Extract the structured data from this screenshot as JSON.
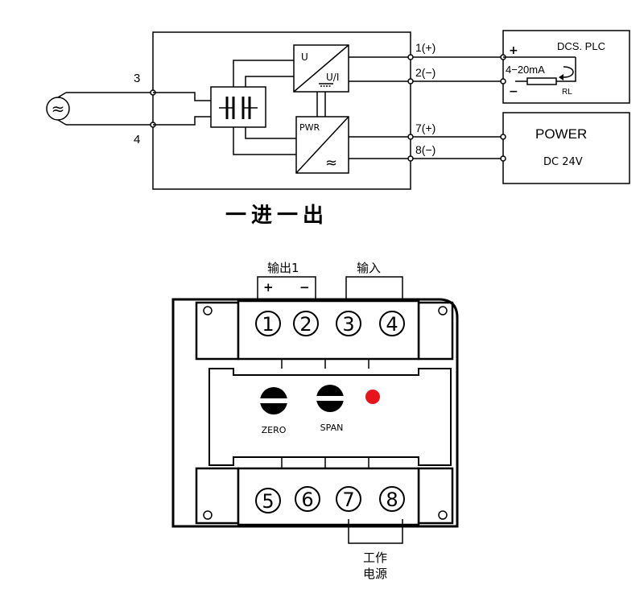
{
  "wiring": {
    "terminals": {
      "t3": "3",
      "t4": "4",
      "t1": "1(+)",
      "t2": "2(−)",
      "t7": "7(+)",
      "t8": "8(−)"
    },
    "isolator": {
      "u_label": "U",
      "ui_label": "U/I",
      "pwr_label": "PWR",
      "wave": "≈"
    },
    "source_symbol": "≈",
    "dcs": {
      "title": "DCS. PLC",
      "plus": "+",
      "minus": "−",
      "signal": "4−20mA",
      "load": "RL"
    },
    "power": {
      "title": "POWER",
      "spec": "DC 24V"
    },
    "caption": "一进一出"
  },
  "module": {
    "output_label": "输出1",
    "output_plus": "+",
    "output_minus": "−",
    "input_label": "输入",
    "top_terminals": [
      "1",
      "2",
      "3",
      "4"
    ],
    "bottom_terminals": [
      "5",
      "6",
      "7",
      "8"
    ],
    "zero_label": "ZERO",
    "span_label": "SPAN",
    "power_label_line1": "工作",
    "power_label_line2": "电源",
    "led_color": "#e8141c"
  }
}
